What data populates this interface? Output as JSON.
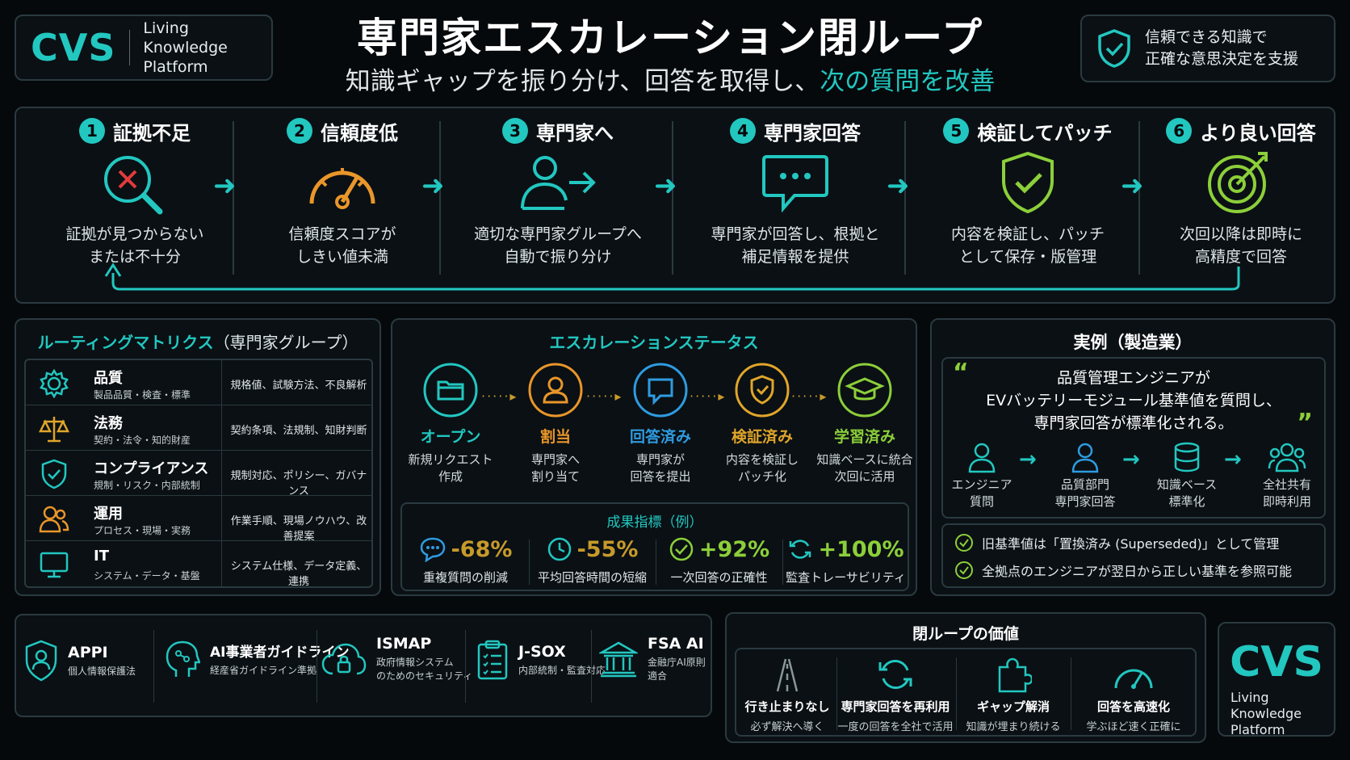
{
  "brand": {
    "logo": "CVS",
    "line1": "Living Knowledge",
    "line2": "Platform"
  },
  "title": {
    "main": "専門家エスカレーション閉ループ",
    "sub_plain": "知識ギャップを振り分け、回答を取得し、",
    "sub_highlight": "次の質問を改善"
  },
  "trust": {
    "line1": "信頼できる知識で",
    "line2": "正確な意思決定を支援"
  },
  "flow": [
    {
      "num": "1",
      "title": "証拠不足",
      "icon": "magnifier-x-icon",
      "line1": "証拠が見つからない",
      "line2": "または不十分"
    },
    {
      "num": "2",
      "title": "信頼度低",
      "icon": "gauge-icon",
      "line1": "信頼度スコアが",
      "line2": "しきい値未満"
    },
    {
      "num": "3",
      "title": "専門家へ",
      "icon": "person-forward-icon",
      "line1": "適切な専門家グループへ",
      "line2": "自動で振り分け"
    },
    {
      "num": "4",
      "title": "専門家回答",
      "icon": "chat-bubble-icon",
      "line1": "専門家が回答し、根拠と",
      "line2": "補足情報を提供"
    },
    {
      "num": "5",
      "title": "検証してパッチ",
      "icon": "shield-check-icon",
      "line1": "内容を検証し、パッチ",
      "line2": "として保存・版管理"
    },
    {
      "num": "6",
      "title": "より良い回答",
      "icon": "target-icon",
      "line1": "次回以降は即時に",
      "line2": "高精度で回答"
    }
  ],
  "routing": {
    "title": "ルーティングマトリクス",
    "title_paren": "（専門家グループ）",
    "rows": [
      {
        "icon": "gear-icon",
        "name": "品質",
        "desc": "製品品質・検査・標準",
        "keywords": "規格値、試験方法、不良解析"
      },
      {
        "icon": "scales-icon",
        "name": "法務",
        "desc": "契約・法令・知的財産",
        "keywords": "契約条項、法規制、知財判断"
      },
      {
        "icon": "shield-check-icon",
        "name": "コンプライアンス",
        "desc": "規制・リスク・内部統制",
        "keywords": "規制対応、ポリシー、ガバナンス"
      },
      {
        "icon": "people-icon",
        "name": "運用",
        "desc": "プロセス・現場・実務",
        "keywords": "作業手順、現場ノウハウ、改善提案"
      },
      {
        "icon": "monitor-icon",
        "name": "IT",
        "desc": "システム・データ・基盤",
        "keywords": "システム仕様、データ定義、連携"
      }
    ]
  },
  "status": {
    "title": "エスカレーションステータス",
    "items": [
      {
        "icon": "folder-icon",
        "label": "オープン",
        "line1": "新規リクエスト",
        "line2": "作成",
        "color": "#22c7c0"
      },
      {
        "icon": "person-icon",
        "label": "割当",
        "line1": "専門家へ",
        "line2": "割り当て",
        "color": "#e9962a"
      },
      {
        "icon": "chat-icon",
        "label": "回答済み",
        "line1": "専門家が",
        "line2": "回答を提出",
        "color": "#2f9be0"
      },
      {
        "icon": "shield-check-icon",
        "label": "検証済み",
        "line1": "内容を検証し",
        "line2": "パッチ化",
        "color": "#e0a52a"
      },
      {
        "icon": "graduation-cap-icon",
        "label": "学習済み",
        "line1": "知識ベースに統合",
        "line2": "次回に活用",
        "color": "#8ccf3a"
      }
    ],
    "metrics_title": "成果指標（例）",
    "metrics": [
      {
        "icon": "chat-dots-icon",
        "value": "-68%",
        "label": "重複質問の削減"
      },
      {
        "icon": "clock-icon",
        "value": "-55%",
        "label": "平均回答時間の短縮"
      },
      {
        "icon": "check-circle-icon",
        "value": "+92%",
        "label": "一次回答の正確性"
      },
      {
        "icon": "refresh-icon",
        "value": "+100%",
        "label": "監査トレーサビリティ"
      }
    ]
  },
  "example": {
    "title": "実例（製造業）",
    "quote_lines": [
      "品質管理エンジニアが",
      "EVバッテリーモジュール基準値を質問し、",
      "専門家回答が標準化される。"
    ],
    "open_quote": "“",
    "close_quote": "”",
    "actors": [
      {
        "icon": "person-icon",
        "line1": "エンジニア",
        "line2": "質問"
      },
      {
        "icon": "person-icon",
        "line1": "品質部門",
        "line2": "専門家回答"
      },
      {
        "icon": "database-icon",
        "line1": "知識ベース",
        "line2": "標準化"
      },
      {
        "icon": "people-icon",
        "line1": "全社共有",
        "line2": "即時利用"
      }
    ],
    "checks": [
      "旧基準値は「置換済み (Superseded)」として管理",
      "全拠点のエンジニアが翌日から正しい基準を参照可能"
    ]
  },
  "compliance": [
    {
      "icon": "shield-person-icon",
      "name": "APPI",
      "line1": "個人情報保護法",
      "line2": ""
    },
    {
      "icon": "ai-head-icon",
      "name": "AI事業者ガイドライン",
      "line1": "経産省ガイドライン準拠",
      "line2": ""
    },
    {
      "icon": "cloud-lock-icon",
      "name": "ISMAP",
      "line1": "政府情報システム",
      "line2": "のためのセキュリティ"
    },
    {
      "icon": "clipboard-icon",
      "name": "J-SOX",
      "line1": "内部統制・監査対応",
      "line2": ""
    },
    {
      "icon": "bank-icon",
      "name": "FSA AI",
      "line1": "金融庁AI原則",
      "line2": "適合"
    }
  ],
  "value": {
    "title": "閉ループの価値",
    "items": [
      {
        "icon": "road-icon",
        "name": "行き止まりなし",
        "desc": "必ず解決へ導く"
      },
      {
        "icon": "refresh-icon",
        "name": "専門家回答を再利用",
        "desc": "一度の回答を全社で活用"
      },
      {
        "icon": "puzzle-icon",
        "name": "ギャップ解消",
        "desc": "知識が埋まり続ける"
      },
      {
        "icon": "speedometer-icon",
        "name": "回答を高速化",
        "desc": "学ぶほど速く正確に"
      }
    ]
  },
  "colors": {
    "accent": "#22c7c0",
    "amber": "#e0a52a",
    "green": "#8ccf3a",
    "blue": "#2f9be0",
    "red": "#e23b3b"
  }
}
